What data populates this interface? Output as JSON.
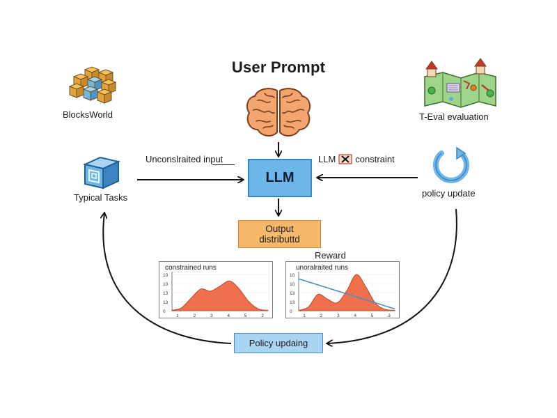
{
  "title": "User Prompt",
  "nodes": {
    "blocksworld": "BlocksWorld",
    "teval": "T-Eval evaluation",
    "typical_tasks": "Typical Tasks",
    "policy_update": "policy update",
    "llm": "LLM",
    "output_line1": "Output",
    "output_line2": "distributtd",
    "policy_updating": "Policy updaing"
  },
  "edge_labels": {
    "unconstrained_input": "Unconslraited input",
    "llm_constraint_prefix": "LLM",
    "llm_constraint_suffix": "constraint",
    "reward": "Reward"
  },
  "icons": {
    "blocks": "blocks-cluster-icon",
    "brain": "brain-icon",
    "map": "map-icon",
    "cube": "cube-icon",
    "cycle": "refresh-cycle-icon",
    "cross": "cross-box-icon"
  },
  "colors": {
    "llm": "#6cb6e8",
    "output": "#f6b96a",
    "policy": "#a9d5f2",
    "curve_fill": "#f0704e",
    "trend_line": "#4a8fc4"
  },
  "chart_data": [
    {
      "type": "area",
      "title": "constrained runs",
      "y_ticks": [
        "10",
        "10",
        "13",
        "13",
        "0"
      ],
      "x_ticks": [
        "1",
        "2",
        "3",
        "4",
        "5",
        "2"
      ],
      "x": [
        0,
        1,
        2,
        3,
        4,
        5,
        6,
        7,
        8,
        9,
        10
      ],
      "values": [
        0.1,
        0.8,
        3.5,
        6.0,
        5.4,
        6.8,
        8.2,
        6.0,
        2.5,
        0.5,
        0.1
      ],
      "ylim": [
        0,
        10
      ]
    },
    {
      "type": "area",
      "title": "unoralraited runs",
      "y_ticks": [
        "10",
        "10",
        "13",
        "13",
        "0"
      ],
      "x_ticks": [
        "1",
        "2",
        "3",
        "4",
        "5",
        "3"
      ],
      "x": [
        0,
        1,
        2,
        3,
        4,
        5,
        6,
        7,
        8,
        9,
        10
      ],
      "values": [
        0.1,
        1.0,
        4.5,
        3.2,
        2.2,
        5.5,
        10.0,
        6.5,
        2.0,
        0.4,
        0.1
      ],
      "trend": [
        8.8,
        0.5
      ],
      "ylim": [
        0,
        10
      ]
    }
  ]
}
